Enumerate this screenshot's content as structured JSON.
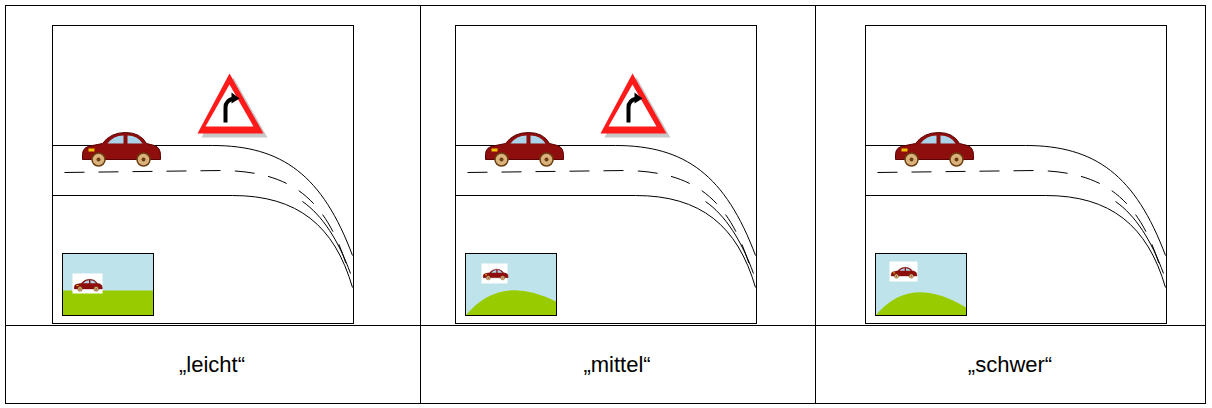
{
  "diagram": {
    "labels": [
      "„leicht“",
      "„mittel“",
      "„schwer“"
    ]
  }
}
